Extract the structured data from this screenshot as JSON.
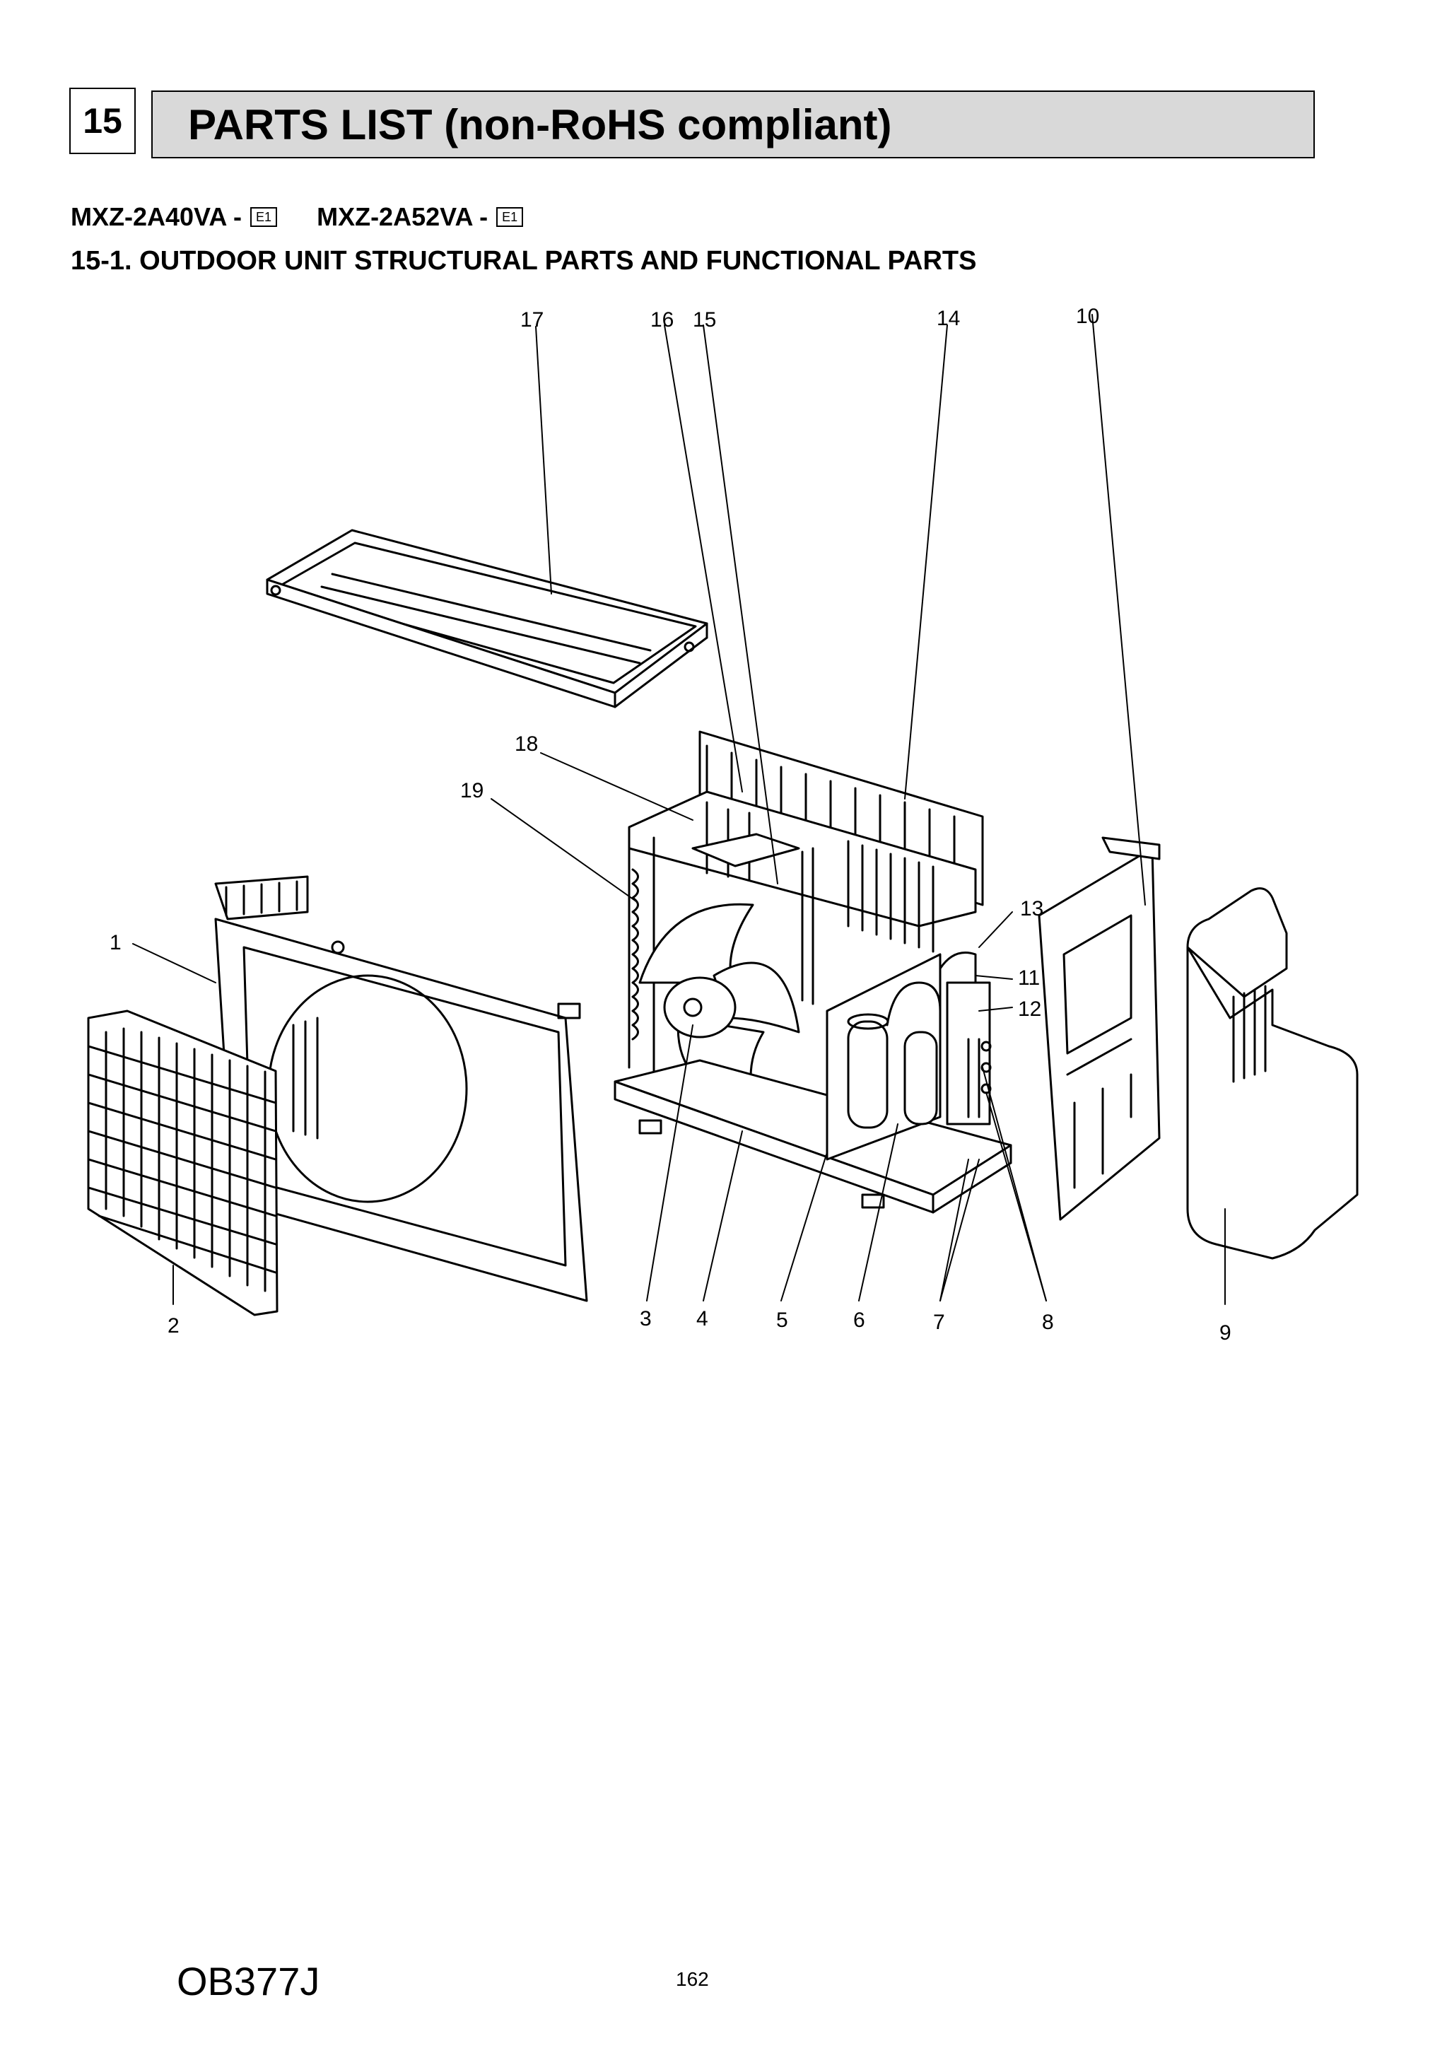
{
  "section": {
    "number": "15",
    "title": "PARTS LIST (non-RoHS compliant)"
  },
  "models": [
    {
      "name": "MXZ-2A40VA -",
      "revision": "E1"
    },
    {
      "name": "MXZ-2A52VA -",
      "revision": "E1"
    }
  ],
  "subtitle": "15-1. OUTDOOR UNIT STRUCTURAL PARTS AND FUNCTIONAL PARTS",
  "callouts": [
    "1",
    "2",
    "3",
    "4",
    "5",
    "6",
    "7",
    "8",
    "9",
    "10",
    "11",
    "12",
    "13",
    "14",
    "15",
    "16",
    "17",
    "18",
    "19"
  ],
  "footer": {
    "code": "OB377J",
    "page": "162"
  }
}
